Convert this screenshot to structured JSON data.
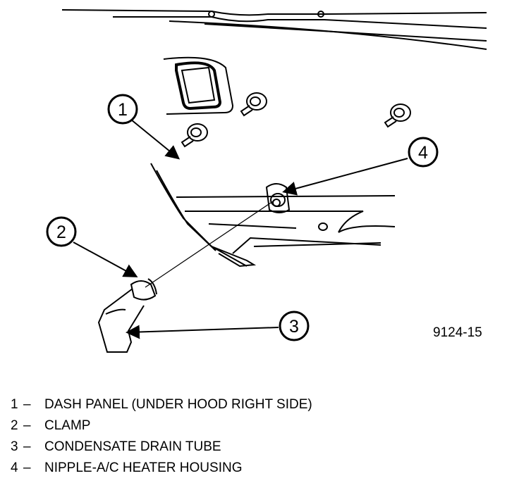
{
  "figure": {
    "code": "9124-15",
    "callouts": [
      "1",
      "2",
      "3",
      "4"
    ]
  },
  "legend": [
    {
      "num": "1",
      "sep": "–",
      "text": "DASH PANEL (UNDER HOOD RIGHT SIDE)"
    },
    {
      "num": "2",
      "sep": "–",
      "text": "CLAMP"
    },
    {
      "num": "3",
      "sep": "–",
      "text": "CONDENSATE DRAIN TUBE"
    },
    {
      "num": "4",
      "sep": "–",
      "text": "NIPPLE-A/C HEATER HOUSING"
    }
  ]
}
